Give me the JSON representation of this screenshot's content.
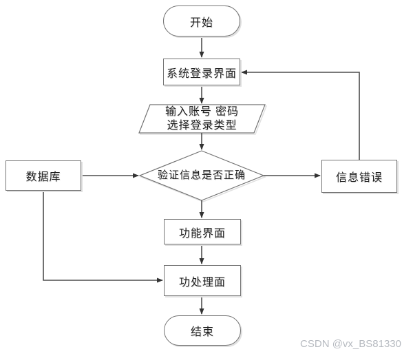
{
  "diagram": {
    "type": "flowchart",
    "nodes": {
      "start": {
        "shape": "terminator",
        "label": "开始"
      },
      "login_screen": {
        "shape": "process",
        "label": "系统登录界面"
      },
      "input_credentials": {
        "shape": "input-output",
        "line1": "输入账号 密码",
        "line2": "选择登录类型"
      },
      "verify_decision": {
        "shape": "decision",
        "label": "验证信息是否正确"
      },
      "database": {
        "shape": "process",
        "label": "数据库"
      },
      "info_error": {
        "shape": "process",
        "label": "信息错误"
      },
      "function_screen": {
        "shape": "process",
        "label": "功能界面"
      },
      "function_process": {
        "shape": "process",
        "label": "功处理面"
      },
      "end": {
        "shape": "terminator",
        "label": "结束"
      }
    },
    "edges": [
      "start -> login_screen",
      "login_screen -> input_credentials",
      "input_credentials -> verify_decision",
      "database -> verify_decision",
      "verify_decision -> info_error",
      "info_error -> login_screen",
      "verify_decision -> function_screen",
      "function_screen -> function_process",
      "database -> function_process",
      "function_process -> end"
    ]
  },
  "colors": {
    "background": "#ffffff",
    "connector": "#4d4d4d",
    "arrowhead": "#333333",
    "shape_border": "#737373",
    "shape_fill": "#ffffff",
    "shadow": "#e0e0e0",
    "text": "#1f1f1f",
    "watermark": "#b6bac0"
  },
  "watermark": {
    "label": "CSDN @vx_BS81330"
  }
}
